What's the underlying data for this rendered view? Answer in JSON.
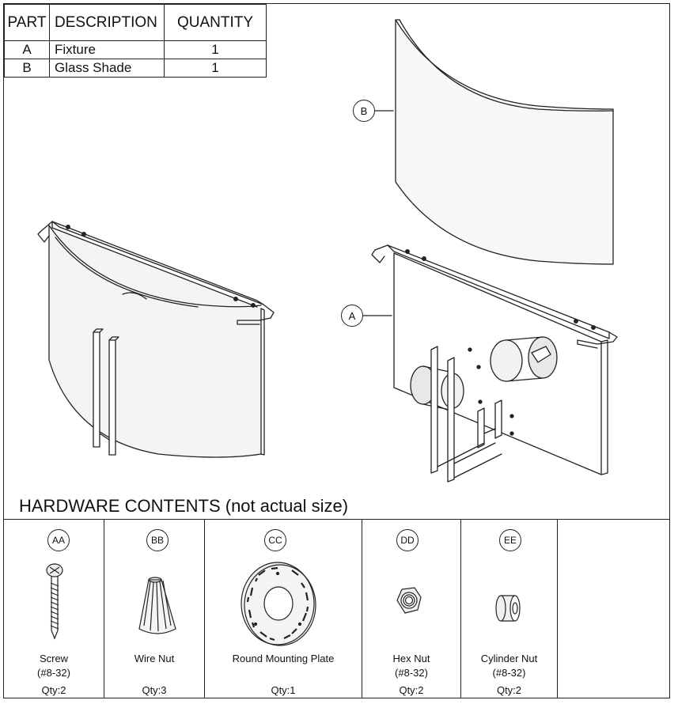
{
  "parts_table": {
    "headers": {
      "part": "PART",
      "description": "DESCRIPTION",
      "quantity": "QUANTITY"
    },
    "rows": [
      {
        "part": "A",
        "description": "Fixture",
        "quantity": "1"
      },
      {
        "part": "B",
        "description": "Glass Shade",
        "quantity": "1"
      }
    ]
  },
  "callouts": {
    "b": "B",
    "a": "A"
  },
  "hardware": {
    "title": "HARDWARE CONTENTS (not actual size)",
    "items": [
      {
        "code": "AA",
        "name": "Screw",
        "spec": "(#8-32)",
        "qty": "Qty:2",
        "icon": "screw-icon"
      },
      {
        "code": "BB",
        "name": "Wire Nut",
        "spec": "",
        "qty": "Qty:3",
        "icon": "wire-nut-icon"
      },
      {
        "code": "CC",
        "name": "Round Mounting Plate",
        "spec": "",
        "qty": "Qty:1",
        "icon": "mounting-plate-icon"
      },
      {
        "code": "DD",
        "name": "Hex Nut",
        "spec": "(#8-32)",
        "qty": "Qty:2",
        "icon": "hex-nut-icon"
      },
      {
        "code": "EE",
        "name": "Cylinder Nut",
        "spec": "(#8-32)",
        "qty": "Qty:2",
        "icon": "cylinder-nut-icon"
      }
    ]
  }
}
